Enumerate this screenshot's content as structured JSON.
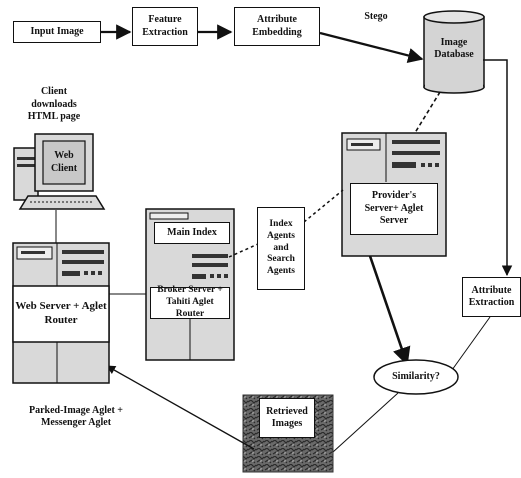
{
  "nodes": {
    "input_image": "Input Image",
    "feature_extraction": "Feature Extraction",
    "attribute_embedding": "Attribute Embedding",
    "stego": "Stego",
    "image_database": "Image Database",
    "client_note": "Client downloads HTML page",
    "web_client": "Web Client",
    "providers_server": "Provider's Server+ Aglet Server",
    "main_index": "Main Index",
    "index_agents": "Index Agents and Search Agents",
    "broker_server": "Broker Server + Tahiti Aglet Router",
    "web_server": "Web Server + Aglet Router",
    "attribute_extraction": "Attribute Extraction",
    "similarity": "Similarity?",
    "parked_aglet": "Parked-Image Aglet + Messenger Aglet",
    "retrieved_images": "Retrieved Images"
  },
  "colors": {
    "stroke": "#111111",
    "server_fill": "#d9d9d9",
    "screen_fill": "#c8c8c8",
    "db_fill": "#d4d4d4"
  }
}
